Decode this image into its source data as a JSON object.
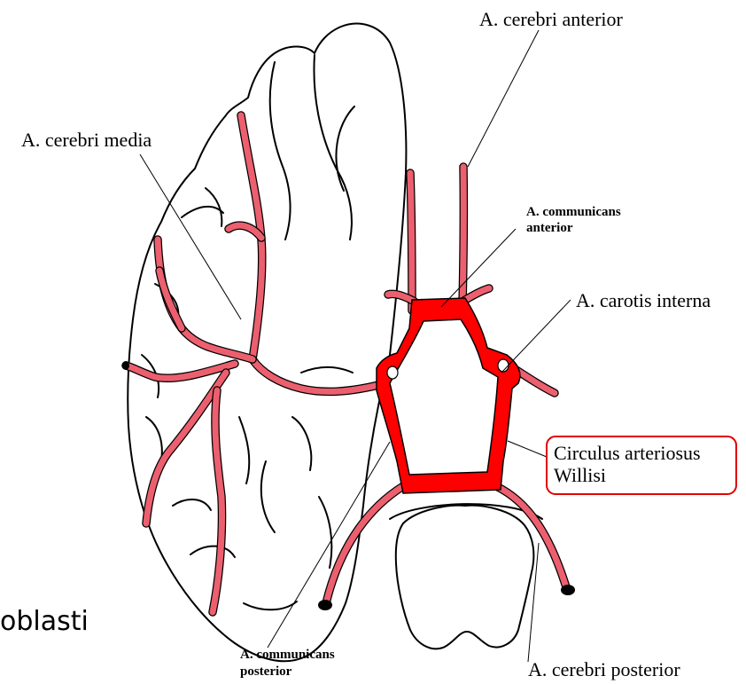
{
  "labels": {
    "cerebri_anterior": "A. cerebri anterior",
    "cerebri_media": "A. cerebri media",
    "communicans_anterior_line1": "A. communicans",
    "communicans_anterior_line2": "anterior",
    "carotis_interna": "A. carotis interna",
    "circulus_line1": "Circulus arteriosus",
    "circulus_line2": "Willisi",
    "communicans_posterior_line1": "A. communicans",
    "communicans_posterior_line2": "posterior",
    "cerebri_posterior": "A. cerebri posterior"
  },
  "slide_text": "oblasti",
  "colors": {
    "artery": "#ec5f6f",
    "circle": "#ff0000",
    "callout_border": "#e00000",
    "outline": "#000000"
  }
}
